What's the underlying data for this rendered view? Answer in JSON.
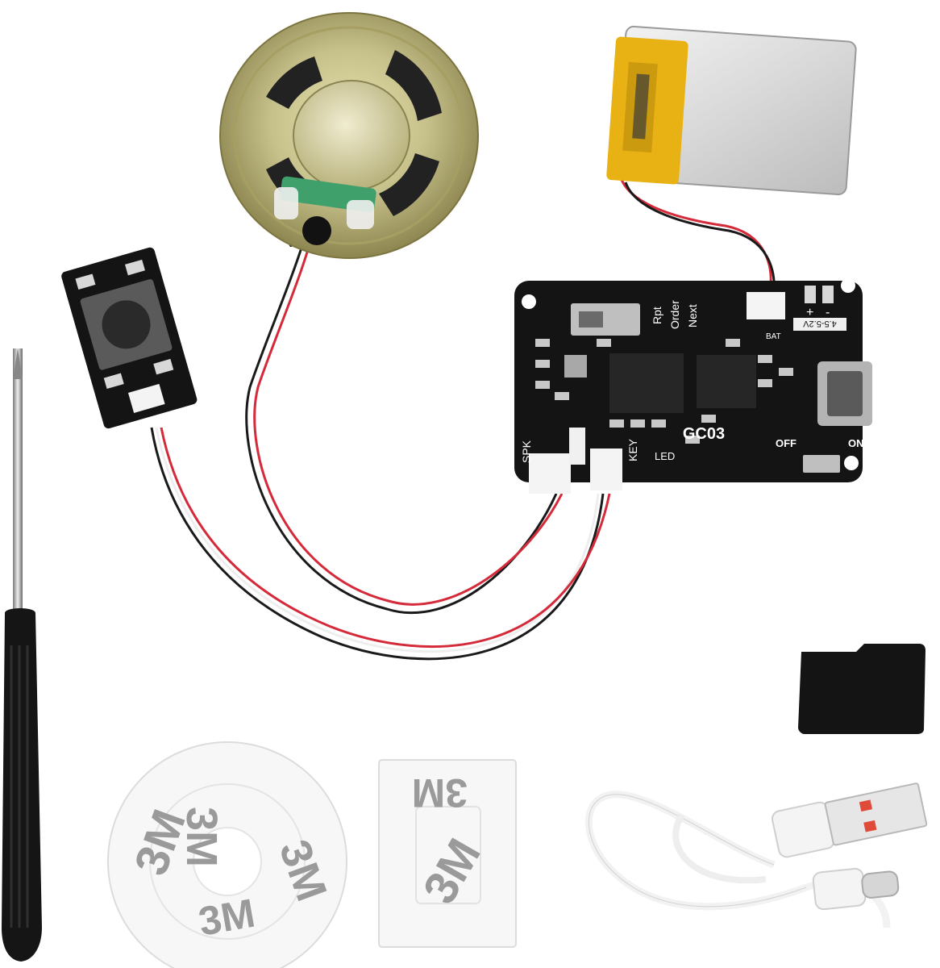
{
  "board": {
    "model": "GC03",
    "speaker_port": "SPK",
    "key_port": "KEY",
    "led_label": "LED",
    "off_label": "OFF",
    "on_label": "ON",
    "bat_label": "BAT",
    "voltage_label": "4.5-5.2V",
    "mode_labels": [
      "Rpt",
      "Order",
      "Next"
    ],
    "plus": "+",
    "minus": "-"
  },
  "adhesive": {
    "brand_mark": "3M"
  },
  "colors": {
    "pcb": "#141414",
    "wire_red": "#d42a3a",
    "wire_black": "#1a1a1a",
    "wire_white": "#eeeeee",
    "battery_tape": "#e8b214",
    "speaker_rim": "#c9b96a"
  }
}
